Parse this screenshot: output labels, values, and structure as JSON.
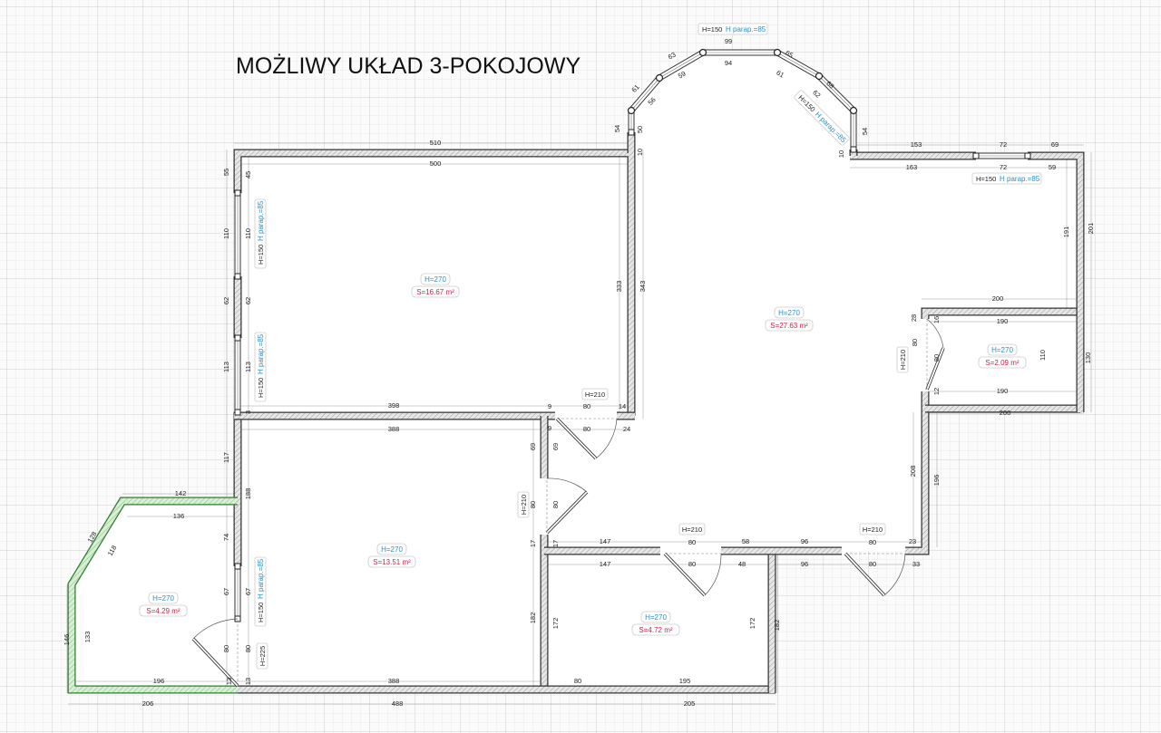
{
  "title": "MOŻLIWY UKŁAD 3-POKOJOWY",
  "colors": {
    "wall": "#555555",
    "wall_green": "#3a9a3a",
    "height_text": "#2a8fc8",
    "area_text": "#c8264c",
    "grid": "#d9d9d9"
  },
  "rooms": [
    {
      "height": "H=270",
      "area": "S=16.67 m²"
    },
    {
      "height": "H=270",
      "area": "S=27.63 m²"
    },
    {
      "height": "H=270",
      "area": "S=2.09 m²"
    },
    {
      "height": "H=270",
      "area": "S=13.51 m²"
    },
    {
      "height": "H=270",
      "area": "S=4.29 m²"
    },
    {
      "height": "H=270",
      "area": "S=4.72 m²"
    }
  ],
  "window_labels": [
    {
      "h": "H=150",
      "parapet": "H parap.=85"
    },
    {
      "h": "H=150",
      "parapet": "H parap.=85"
    },
    {
      "h": "H=150",
      "parapet": "H parap.=85"
    },
    {
      "h": "H=150",
      "parapet": "H parap.=85"
    },
    {
      "h": "H=150",
      "parapet": "H parap.=85"
    },
    {
      "h": "H=150",
      "parapet": "H parap.=85"
    }
  ],
  "door_labels": [
    "H=210",
    "H=210",
    "H=210",
    "H=210",
    "H=210",
    "H=225"
  ],
  "dimensions": [
    "510",
    "500",
    "55",
    "45",
    "110",
    "110",
    "62",
    "62",
    "113",
    "113",
    "333",
    "343",
    "398",
    "9",
    "80",
    "14",
    "388",
    "9",
    "80",
    "24",
    "117",
    "188",
    "142",
    "136",
    "74",
    "67",
    "67",
    "80",
    "80",
    "128",
    "118",
    "146",
    "133",
    "196",
    "13",
    "13",
    "388",
    "80",
    "195",
    "206",
    "488",
    "205",
    "69",
    "69",
    "80",
    "80",
    "17",
    "17",
    "182",
    "172",
    "172",
    "182",
    "147",
    "80",
    "58",
    "96",
    "80",
    "23",
    "147",
    "80",
    "48",
    "96",
    "80",
    "33",
    "208",
    "196",
    "200",
    "28",
    "16",
    "190",
    "80",
    "80",
    "110",
    "130",
    "12",
    "190",
    "200",
    "191",
    "201",
    "153",
    "72",
    "69",
    "163",
    "72",
    "59",
    "54",
    "50",
    "10",
    "10",
    "54",
    "61",
    "56",
    "63",
    "59",
    "99",
    "94",
    "65",
    "61",
    "68",
    "62",
    "3"
  ]
}
